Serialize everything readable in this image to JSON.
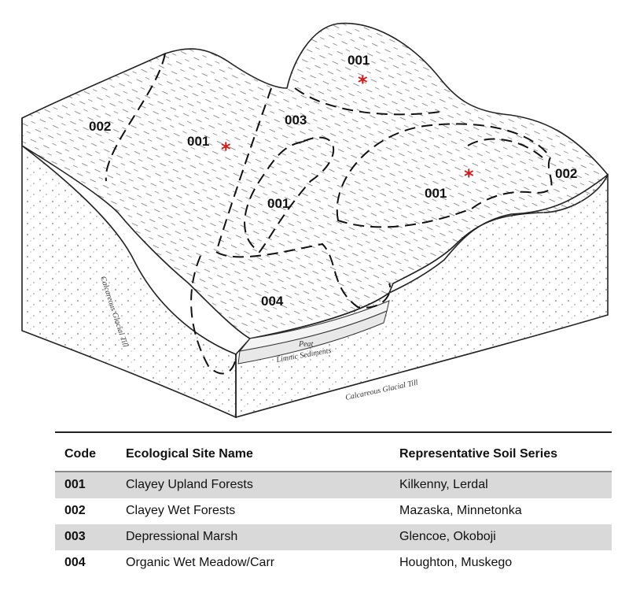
{
  "diagram": {
    "zones": [
      {
        "id": "z1",
        "code": "002"
      },
      {
        "id": "z2",
        "code": "001"
      },
      {
        "id": "z3",
        "code": "003"
      },
      {
        "id": "z4",
        "code": "001"
      },
      {
        "id": "z5",
        "code": "001"
      },
      {
        "id": "z6",
        "code": "001"
      },
      {
        "id": "z7",
        "code": "002"
      },
      {
        "id": "z8",
        "code": "004"
      }
    ],
    "layers": {
      "peat": "Peat",
      "limnic": "Limnic Sediments",
      "till_front": "Calcareous Glacial Till",
      "till_left": "Calcareous Glacial Till"
    },
    "marker_symbol": "*",
    "marker_color": "#d01a1a"
  },
  "legend": {
    "headers": {
      "code": "Code",
      "name": "Ecological Site Name",
      "soil": "Representative Soil Series"
    },
    "rows": [
      {
        "code": "001",
        "name": "Clayey Upland Forests",
        "soil": "Kilkenny, Lerdal"
      },
      {
        "code": "002",
        "name": "Clayey Wet Forests",
        "soil": "Mazaska, Minnetonka"
      },
      {
        "code": "003",
        "name": "Depressional Marsh",
        "soil": "Glencoe, Okoboji"
      },
      {
        "code": "004",
        "name": "Organic Wet Meadow/Carr",
        "soil": "Houghton, Muskego"
      }
    ]
  }
}
